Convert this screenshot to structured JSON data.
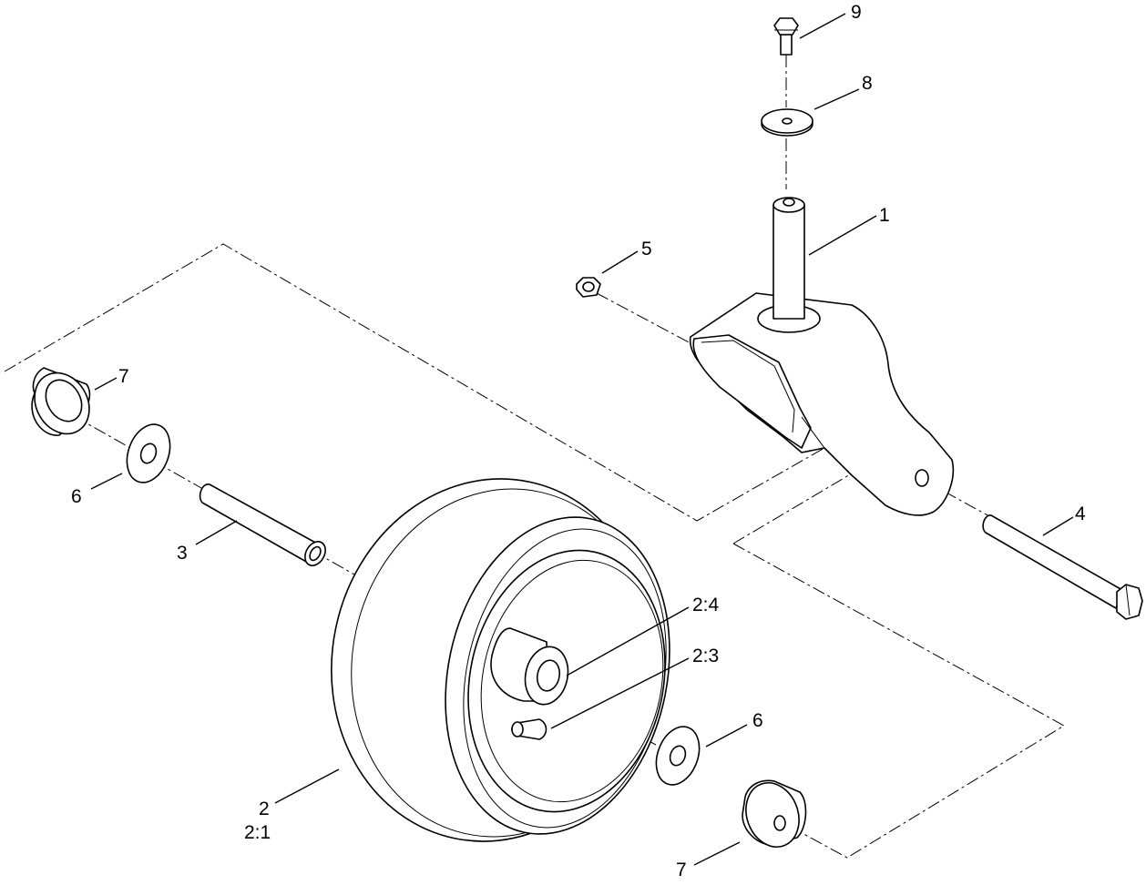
{
  "callouts": {
    "c1": "1",
    "c2": "2",
    "c2_1": "2:1",
    "c2_3": "2:3",
    "c2_4": "2:4",
    "c3": "3",
    "c4": "4",
    "c5": "5",
    "c6_left": "6",
    "c6_right": "6",
    "c7_left": "7",
    "c7_right": "7",
    "c8": "8",
    "c9": "9"
  },
  "colors": {
    "line": "#000000",
    "background": "#ffffff"
  }
}
